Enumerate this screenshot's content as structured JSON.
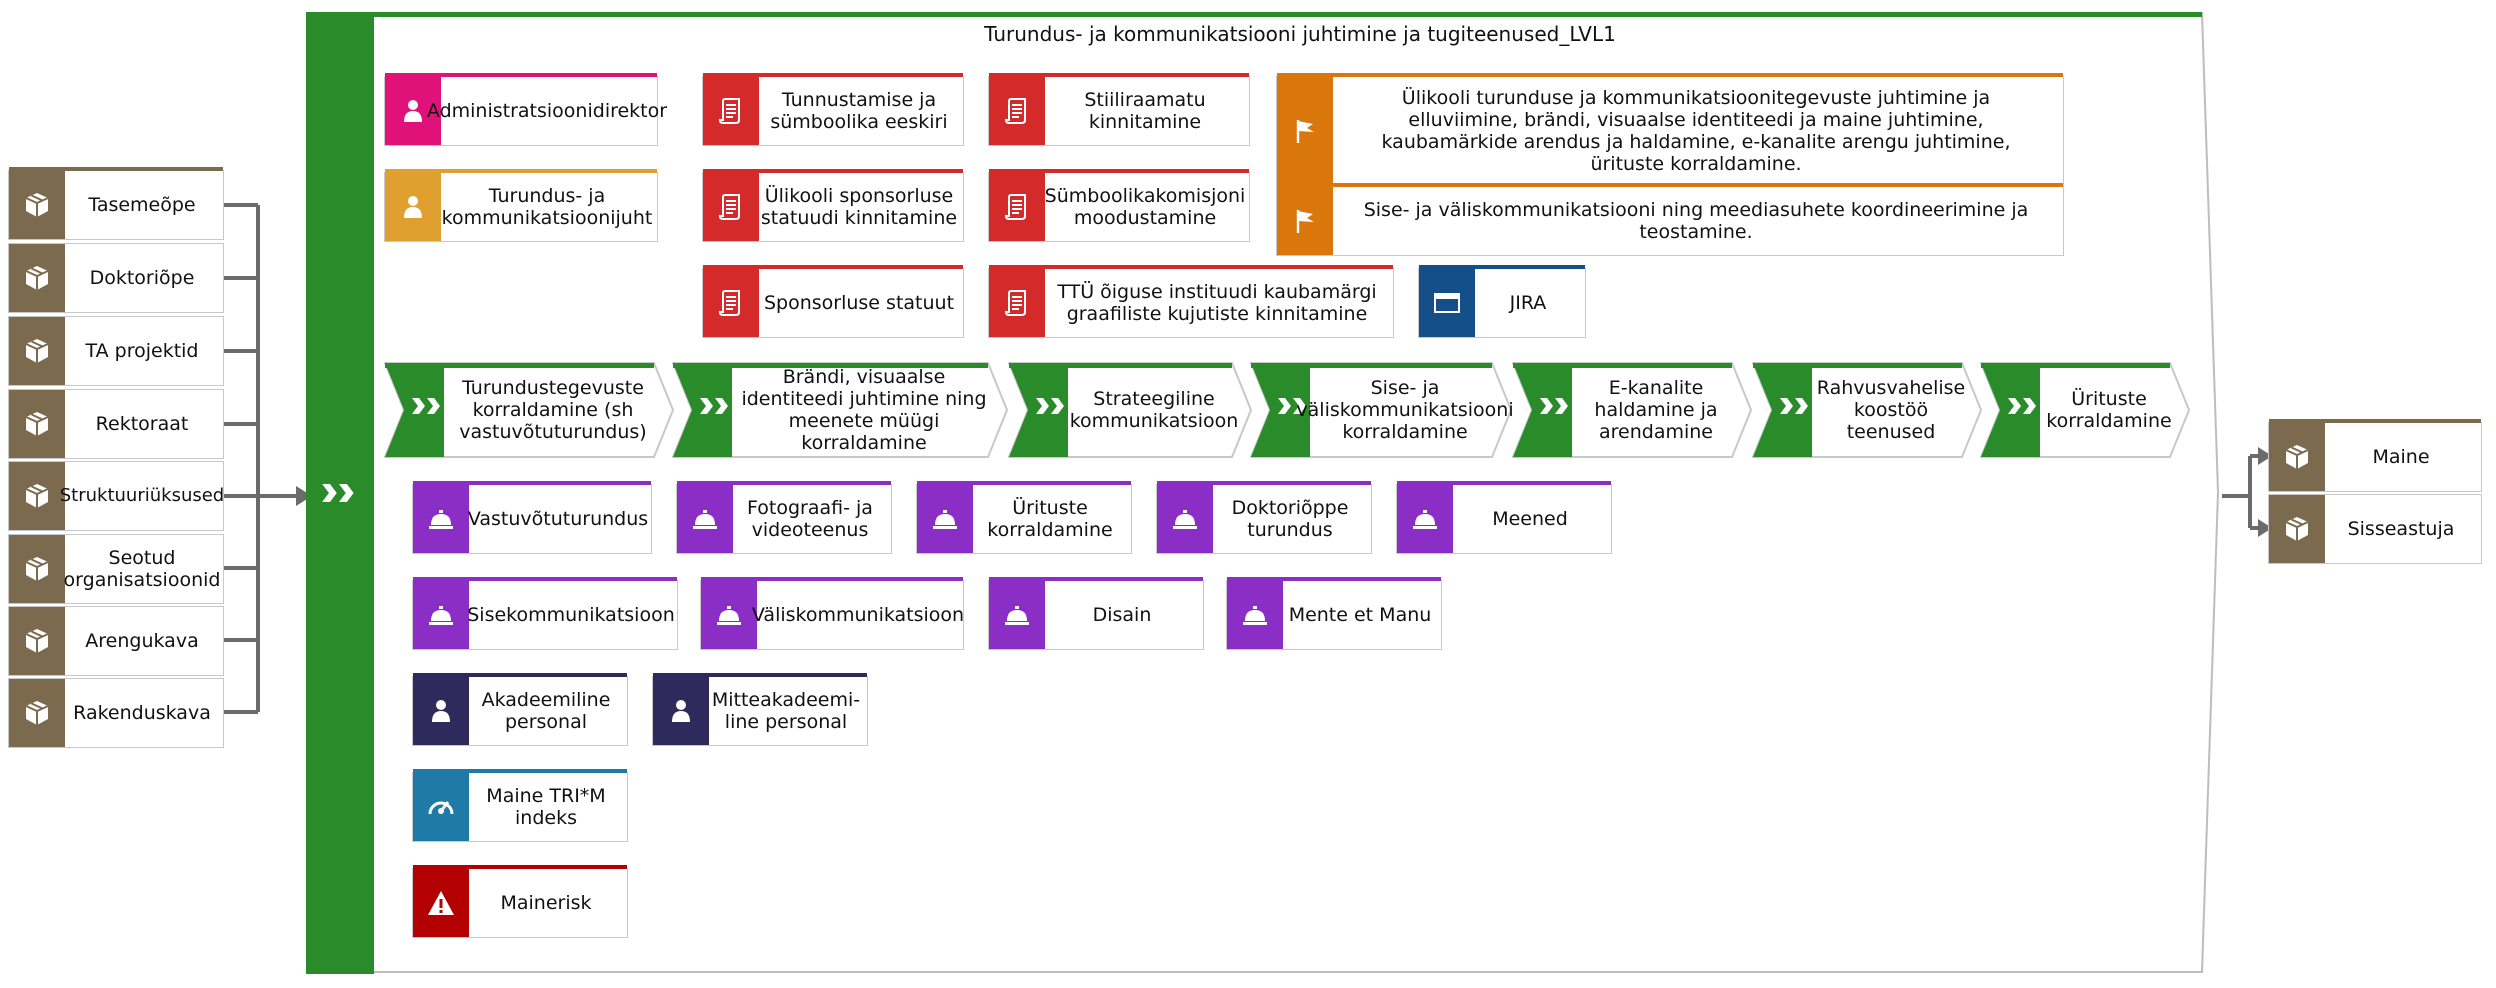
{
  "colors": {
    "green": "#2a8b2a",
    "brown": "#7b6a4e",
    "red": "#d42a2a",
    "orange": "#d9770c",
    "magenta": "#e0127a",
    "gold": "#e0a030",
    "purple": "#8a2ec6",
    "navy": "#2e2a5c",
    "teal": "#1f7aa8",
    "darkred": "#b30000",
    "blue": "#154f8a"
  },
  "main": {
    "title": "Turundus- ja kommunikatsiooni juhtimine ja tugiteenused_LVL1"
  },
  "inputs": [
    {
      "label": "Tasemeõpe",
      "icon": "package-icon"
    },
    {
      "label": "Doktoriõpe",
      "icon": "package-icon"
    },
    {
      "label": "TA projektid",
      "icon": "package-icon"
    },
    {
      "label": "Rektoraat",
      "icon": "package-icon"
    },
    {
      "label": "Struktuuriüksused",
      "icon": "package-icon"
    },
    {
      "label": "Seotud organisatsioonid",
      "icon": "package-icon"
    },
    {
      "label": "Arengukava",
      "icon": "package-icon"
    },
    {
      "label": "Rakenduskava",
      "icon": "package-icon"
    }
  ],
  "outputs": [
    {
      "label": "Maine",
      "icon": "package-icon"
    },
    {
      "label": "Sisseastuja",
      "icon": "package-icon"
    }
  ],
  "roles": [
    {
      "label": "Administratsioonidirektor",
      "icon": "person-icon"
    },
    {
      "label": "Turundus- ja kommunikatsioonijuht",
      "icon": "person-icon"
    }
  ],
  "documents": [
    {
      "label": "Tunnustamise ja sümboolika eeskiri",
      "icon": "document-icon"
    },
    {
      "label": "Stiiliraamatu kinnitamine",
      "icon": "document-icon"
    },
    {
      "label": "Ülikooli sponsorluse statuudi kinnitamine",
      "icon": "document-icon"
    },
    {
      "label": "Sümboolikakomisjoni moodustamine",
      "icon": "document-icon"
    },
    {
      "label": "Sponsorluse statuut",
      "icon": "document-icon"
    },
    {
      "label": "TTÜ õiguse instituudi kaubamärgi graafiliste kujutiste kinnitamine",
      "icon": "document-icon"
    }
  ],
  "system": {
    "label": "JIRA",
    "icon": "window-icon"
  },
  "goals": [
    {
      "label": "Ülikooli turunduse ja kommunikatsioonitegevuste juhtimine ja elluviimine, brändi, visuaalse identiteedi ja maine juhtimine, kaubamärkide arendus ja haldamine, e-kanalite arengu juhtimine, ürituste korraldamine.",
      "icon": "flag-icon"
    },
    {
      "label": "Sise- ja väliskommunikatsiooni ning meediasuhete koordineerimine ja teostamine.",
      "icon": "flag-icon"
    }
  ],
  "processes": [
    {
      "label": "Turundustegevuste korraldamine (sh vastuvõtuturundus)"
    },
    {
      "label": "Brändi, visuaalse identiteedi juhtimine ning meenete müügi korraldamine"
    },
    {
      "label": "Strateegiline kommunikatsioon"
    },
    {
      "label": "Sise- ja väliskommunikatsiooni korraldamine"
    },
    {
      "label": "E-kanalite haldamine ja arendamine"
    },
    {
      "label": "Rahvusvahelise koostöö teenused"
    },
    {
      "label": "Ürituste korraldamine"
    }
  ],
  "services": [
    {
      "label": "Vastuvõtuturundus",
      "icon": "service-bell-icon"
    },
    {
      "label": "Fotograafi- ja videoteenus",
      "icon": "service-bell-icon"
    },
    {
      "label": "Ürituste korraldamine",
      "icon": "service-bell-icon"
    },
    {
      "label": "Doktoriõppe turundus",
      "icon": "service-bell-icon"
    },
    {
      "label": "Meened",
      "icon": "service-bell-icon"
    },
    {
      "label": "Sisekommunikatsioon",
      "icon": "service-bell-icon"
    },
    {
      "label": "Väliskommunikatsioon",
      "icon": "service-bell-icon"
    },
    {
      "label": "Disain",
      "icon": "service-bell-icon"
    },
    {
      "label": "Mente et Manu",
      "icon": "service-bell-icon"
    }
  ],
  "personnel": [
    {
      "label": "Akadeemiline personal",
      "icon": "person-icon"
    },
    {
      "label": "Mitteakadeemi-line personal",
      "icon": "person-icon"
    }
  ],
  "kpi": {
    "label": "Maine TRI*M indeks",
    "icon": "gauge-icon"
  },
  "risk": {
    "label": "Mainerisk",
    "icon": "warning-icon"
  }
}
